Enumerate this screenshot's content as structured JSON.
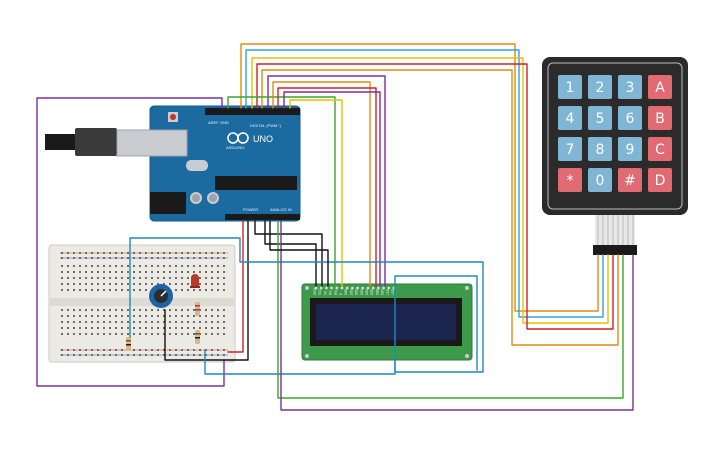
{
  "arduino": {
    "brand": "UNO",
    "brand_sub": "ARDUINO",
    "digital_label": "DIGITAL (PWM~)",
    "power_label": "POWER",
    "analog_label": "ANALOG IN",
    "aref_label": "AREF",
    "gnd_label": "GND"
  },
  "keypad": {
    "keys": [
      {
        "label": "1",
        "color": "#7fb6d6"
      },
      {
        "label": "2",
        "color": "#7fb6d6"
      },
      {
        "label": "3",
        "color": "#7fb6d6"
      },
      {
        "label": "A",
        "color": "#e26a72"
      },
      {
        "label": "4",
        "color": "#7fb6d6"
      },
      {
        "label": "5",
        "color": "#7fb6d6"
      },
      {
        "label": "6",
        "color": "#7fb6d6"
      },
      {
        "label": "B",
        "color": "#e26a72"
      },
      {
        "label": "7",
        "color": "#7fb6d6"
      },
      {
        "label": "8",
        "color": "#7fb6d6"
      },
      {
        "label": "9",
        "color": "#7fb6d6"
      },
      {
        "label": "C",
        "color": "#e26a72"
      },
      {
        "label": "*",
        "color": "#e26a72"
      },
      {
        "label": "0",
        "color": "#7fb6d6"
      },
      {
        "label": "#",
        "color": "#e26a72"
      },
      {
        "label": "D",
        "color": "#e26a72"
      }
    ]
  },
  "lcd": {
    "pin_labels": [
      "GND",
      "VCC",
      "V0",
      "RS",
      "RW",
      "E",
      "DB0",
      "DB1",
      "DB2",
      "DB3",
      "DB4",
      "DB5",
      "DB6",
      "DB7",
      "LED",
      "LED"
    ]
  },
  "colors": {
    "arduino_board": "#1b6aa0",
    "keypad_body": "#2b2b2b",
    "lcd_board": "#3c9a4a",
    "lcd_screen": "#1c2450",
    "breadboard": "#eceae4",
    "potentiometer": "#1e63a6",
    "led": "#b43a2a",
    "wire_purple": "#7a2fa1",
    "wire_orange": "#e08a12",
    "wire_red": "#d0202a",
    "wire_yellow": "#e0c400",
    "wire_green": "#3aa62a",
    "wire_cyan": "#33a2d6",
    "wire_teal": "#1f8ab8",
    "wire_black": "#111111"
  }
}
